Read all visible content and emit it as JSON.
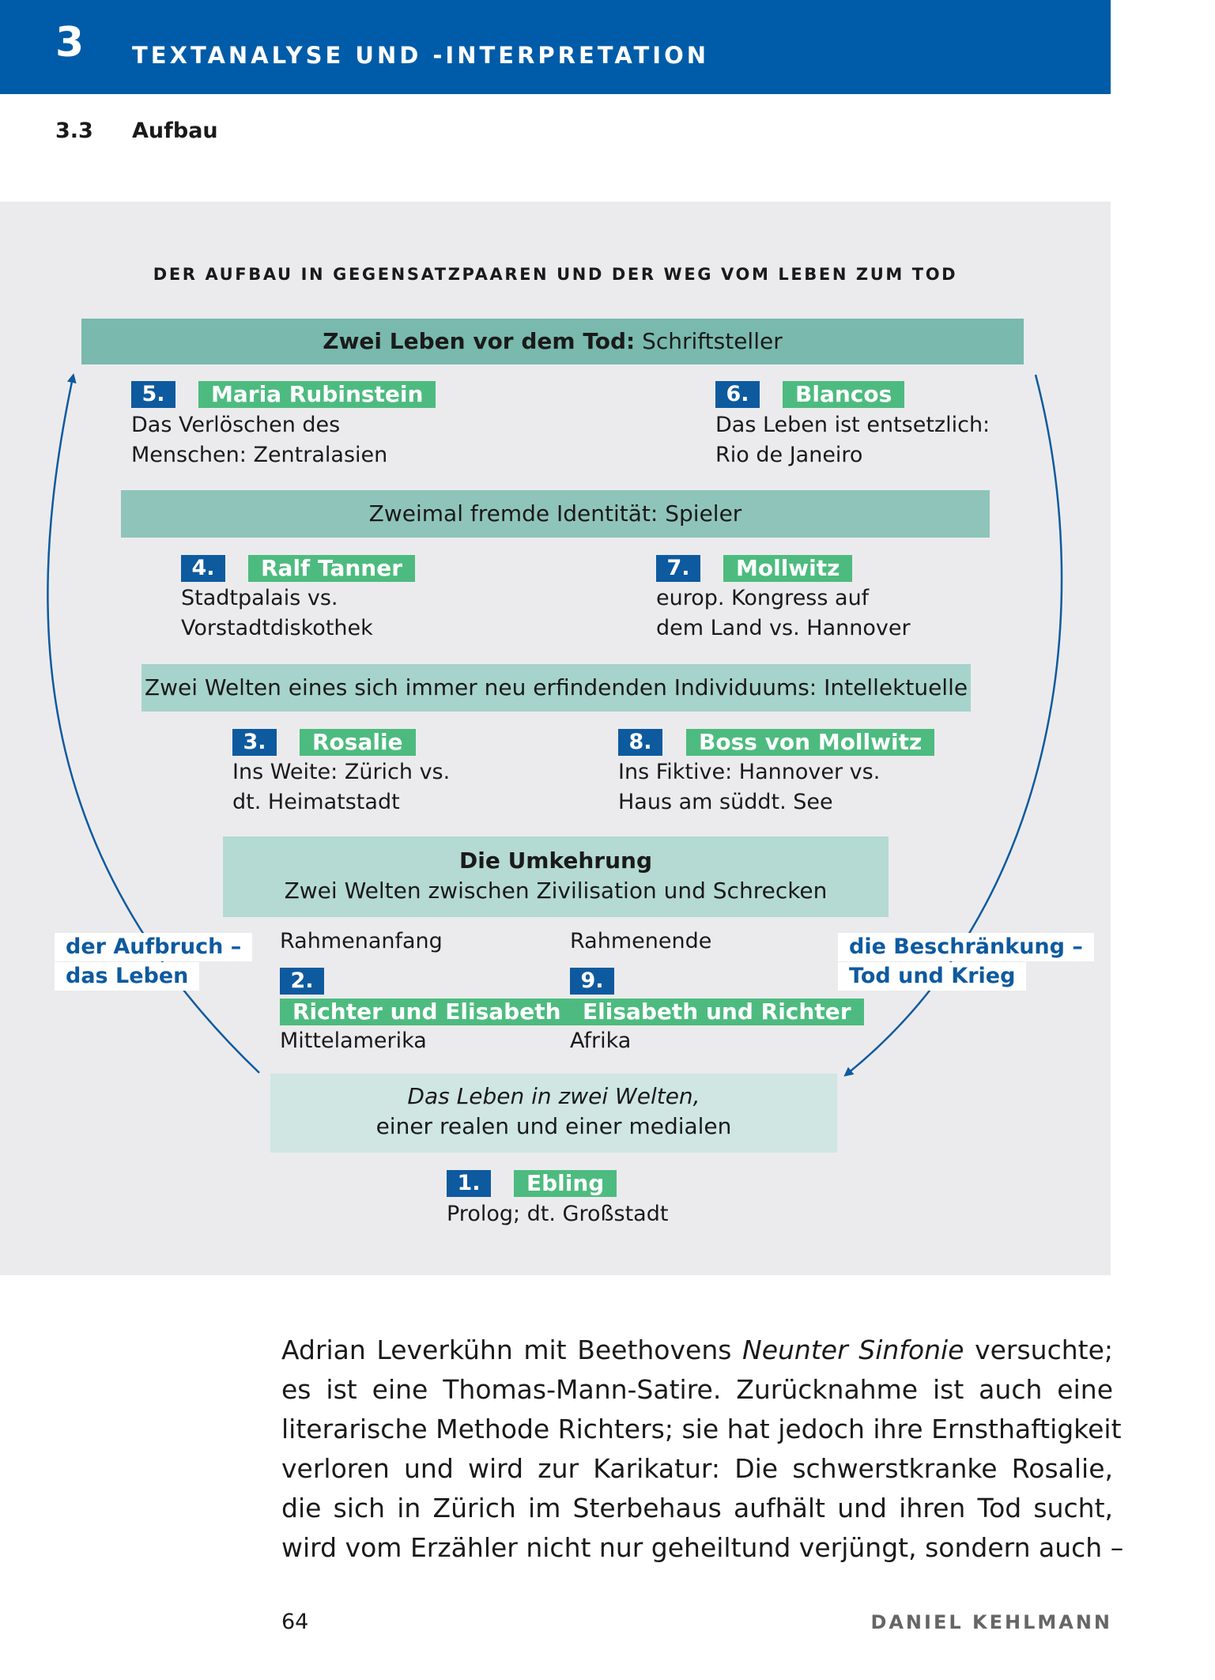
{
  "header": {
    "chapter_number": "3",
    "chapter_title": "TEXTANALYSE UND -INTERPRETATION"
  },
  "section": {
    "number": "3.3",
    "title": "Aufbau"
  },
  "figure": {
    "title": "DER AUFBAU IN GEGENSATZPAAREN UND DER WEG VOM LEBEN ZUM TOD",
    "bar1": {
      "bold": "Zwei Leben vor dem Tod:",
      "normal": "Schriftsteller"
    },
    "bar2": "Zweimal fremde Identität: Spieler",
    "bar3": "Zwei Welten eines sich immer neu erfindenden Individuums: Intellektuelle",
    "bar4": {
      "bold": "Die Umkehrung",
      "normal": "Zwei Welten zwischen Zivilisation und Schrecken"
    },
    "bar5": {
      "italic": "Das Leben in zwei Welten,",
      "normal": "einer realen und einer medialen"
    },
    "stories": {
      "s1": {
        "num": "1.",
        "name": "Ebling",
        "lines": [
          "Prolog; dt. Großstadt"
        ]
      },
      "s2": {
        "num": "2.",
        "name": "Richter und Elisabeth",
        "lines": [
          "Mittelamerika"
        ]
      },
      "s3": {
        "num": "3.",
        "name": "Rosalie",
        "lines": [
          "Ins Weite: Zürich vs.",
          "dt. Heimatstadt"
        ]
      },
      "s4": {
        "num": "4.",
        "name": "Ralf Tanner",
        "lines": [
          "Stadtpalais vs.",
          "Vorstadtdiskothek"
        ]
      },
      "s5": {
        "num": "5.",
        "name": "Maria Rubinstein",
        "lines": [
          "Das Verlöschen des",
          "Menschen: Zentralasien"
        ]
      },
      "s6": {
        "num": "6.",
        "name": "Blancos",
        "lines": [
          "Das Leben ist entsetzlich:",
          "Rio de Janeiro"
        ]
      },
      "s7": {
        "num": "7.",
        "name": "Mollwitz",
        "lines": [
          "europ. Kongress auf",
          "dem Land vs. Hannover"
        ]
      },
      "s8": {
        "num": "8.",
        "name": "Boss von Mollwitz",
        "lines": [
          "Ins Fiktive: Hannover vs.",
          "Haus am süddt. See"
        ]
      },
      "s9": {
        "num": "9.",
        "name": "Elisabeth und Richter",
        "lines": [
          "Afrika"
        ]
      }
    },
    "frame_start": "Rahmenanfang",
    "frame_end": "Rahmenende",
    "left_label": [
      "der Aufbruch –",
      "das Leben"
    ],
    "right_label": [
      "die Beschränkung –",
      "Tod und Krieg"
    ],
    "colors": {
      "header_blue": "#005ca8",
      "number_blue": "#0e5a9f",
      "name_green": "#4dbb7f",
      "bar_teal_dark": "#79b9ae",
      "bar_teal_light": "#c4e2dd"
    }
  },
  "body": {
    "lines": [
      [
        "Adrian Leverkühn mit Beethovens ",
        "Neunter Sinfonie",
        " versuchte;"
      ],
      "es ist eine Thomas-Mann-Satire. Zurücknahme ist auch eine",
      "literarische Methode Richters; sie hat jedoch ihre Ernsthaftigkeit",
      "verloren und wird zur Karikatur: Die schwerstkranke Rosalie,",
      "die sich in Zürich im Sterbehaus aufhält und ihren Tod sucht,",
      "wird vom Erzähler nicht nur geheiltund verjüngt, sondern auch –"
    ]
  },
  "footer": {
    "page_number": "64",
    "running_title": "DANIEL KEHLMANN"
  }
}
